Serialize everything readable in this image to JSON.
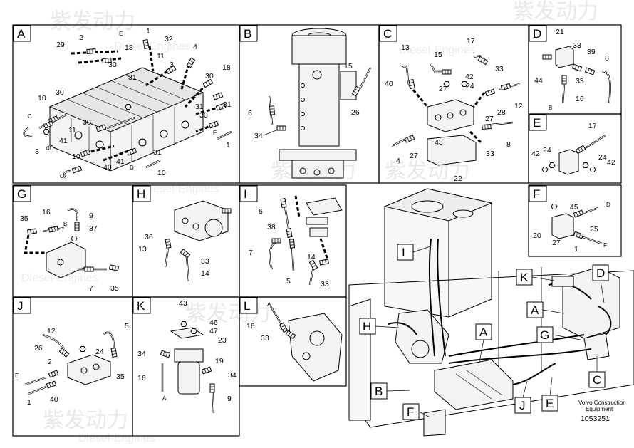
{
  "panels": {
    "A": {
      "letter": "A",
      "callouts": [
        "29",
        "2",
        "E",
        "1",
        "32",
        "18",
        "30",
        "11",
        "3",
        "4",
        "31",
        "30",
        "18",
        "10",
        "30",
        "C",
        "11",
        "30",
        "31",
        "3",
        "40",
        "41",
        "30",
        "31",
        "F",
        "1",
        "10",
        "40",
        "41",
        "31",
        "C",
        "D",
        "10"
      ]
    },
    "B": {
      "letter": "B",
      "callouts": [
        "15",
        "6",
        "26",
        "34"
      ]
    },
    "C": {
      "letter": "C",
      "callouts": [
        "17",
        "13",
        "15",
        "42",
        "33",
        "40",
        "27",
        "24",
        "27",
        "12",
        "28",
        "43",
        "33",
        "8",
        "4",
        "27",
        "22"
      ]
    },
    "D": {
      "letter": "D",
      "callouts": [
        "21",
        "33",
        "39",
        "8",
        "44",
        "33",
        "16",
        "B"
      ]
    },
    "E": {
      "letter": "E",
      "callouts": [
        "17",
        "42",
        "24",
        "24",
        "42"
      ]
    },
    "F": {
      "letter": "F",
      "callouts": [
        "45",
        "D",
        "20",
        "25",
        "27",
        "1",
        "F"
      ]
    },
    "G": {
      "letter": "G",
      "callouts": [
        "35",
        "16",
        "9",
        "B",
        "37",
        "7",
        "35"
      ]
    },
    "H": {
      "letter": "H",
      "callouts": [
        "36",
        "13",
        "33",
        "14"
      ]
    },
    "I": {
      "letter": "I",
      "callouts": [
        "6",
        "38",
        "7",
        "14",
        "5",
        "33"
      ]
    },
    "J": {
      "letter": "J",
      "callouts": [
        "12",
        "5",
        "26",
        "24",
        "2",
        "E",
        "35",
        "1",
        "40"
      ]
    },
    "K": {
      "letter": "K",
      "callouts": [
        "43",
        "46",
        "47",
        "23",
        "34",
        "19",
        "16",
        "34",
        "A",
        "9"
      ]
    },
    "L": {
      "letter": "L",
      "callouts": [
        "A",
        "16",
        "33"
      ]
    }
  },
  "overview": {
    "callouts": [
      "I",
      "K",
      "D",
      "A",
      "H",
      "A",
      "G",
      "B",
      "C",
      "J",
      "E",
      "F"
    ]
  },
  "footer": {
    "brand_line1": "Volvo Construction",
    "brand_line2": "Equipment",
    "doc_number": "1053251"
  },
  "watermark": {
    "text": "紫发动力",
    "sub": "Diesel-Engines"
  }
}
